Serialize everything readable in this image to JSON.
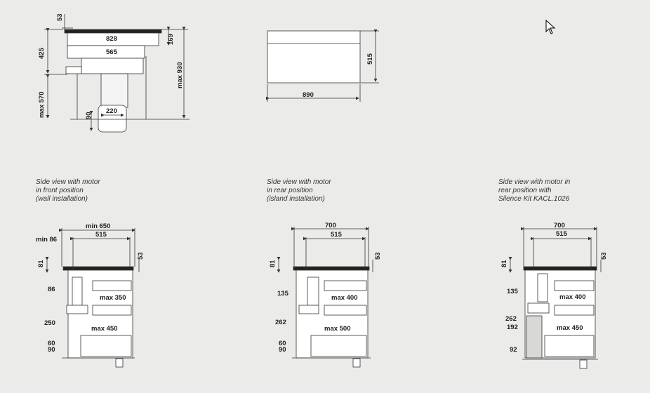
{
  "top_side": {
    "d53": "53",
    "d828": "828",
    "d169": "169",
    "d425": "425",
    "d565": "565",
    "dmax930": "max 930",
    "dmax570": "max 570",
    "d90": "90",
    "d220": "220"
  },
  "top_front": {
    "d515": "515",
    "d890": "890"
  },
  "captions": [
    {
      "lines": [
        "Side view with motor",
        "in front position",
        "(wall installation)"
      ]
    },
    {
      "lines": [
        "Side view with motor",
        "in rear position",
        "(island installation)"
      ]
    },
    {
      "lines": [
        "Side view with motor in",
        "rear position with",
        "Silence Kit KACL.1026"
      ]
    }
  ],
  "views": [
    {
      "top_width": "min 650",
      "inner": "515",
      "d81": "81",
      "d53": "53",
      "left_min": "min 86",
      "left_a": "86",
      "drawer1": "max 350",
      "left_b": "250",
      "drawer2": "max 450",
      "left_c": "60",
      "left_d": "90"
    },
    {
      "top_width": "700",
      "inner": "515",
      "d81": "81",
      "d53": "53",
      "left_a": "135",
      "drawer1": "max 400",
      "left_b": "262",
      "drawer2": "max 500",
      "left_c": "60",
      "left_d": "90"
    },
    {
      "top_width": "700",
      "inner": "515",
      "d81": "81",
      "d53": "53",
      "left_a": "135",
      "drawer1": "max 400",
      "left_b": "262",
      "left_b2": "192",
      "drawer2": "max 450",
      "left_c": "92"
    }
  ]
}
